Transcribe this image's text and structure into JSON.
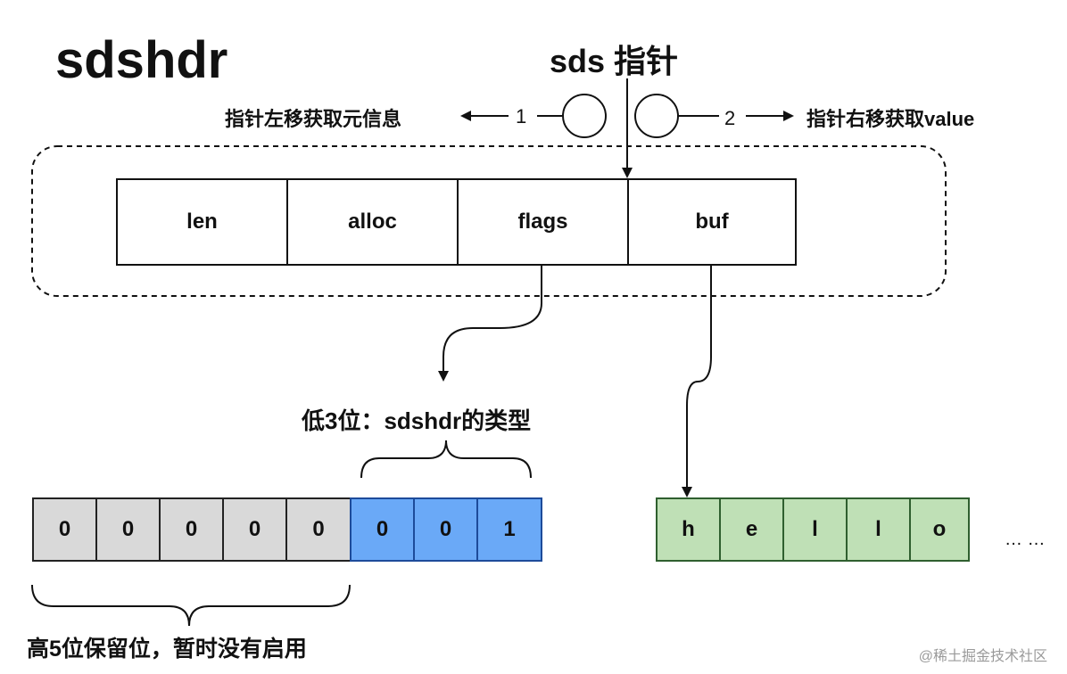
{
  "title": "sdshdr",
  "pointer_title": "sds 指针",
  "left_note": "指针左移获取元信息",
  "right_note": "指针右移获取value",
  "left_step": "1",
  "right_step": "2",
  "header_fields": [
    "len",
    "alloc",
    "flags",
    "buf"
  ],
  "low_bits_label": "低3位：sdshdr的类型",
  "high_bits_label": "高5位保留位，暂时没有启用",
  "flag_bits": [
    "0",
    "0",
    "0",
    "0",
    "0",
    "0",
    "0",
    "1"
  ],
  "buf_chars": [
    "h",
    "e",
    "l",
    "l",
    "o"
  ],
  "ellipsis": "… …",
  "footer": "@稀土掘金技术社区",
  "colors": {
    "reserved_bits": "#d9d9d9",
    "type_bits": "#6aa9f7",
    "buf_chars": "#bfe0b6"
  }
}
